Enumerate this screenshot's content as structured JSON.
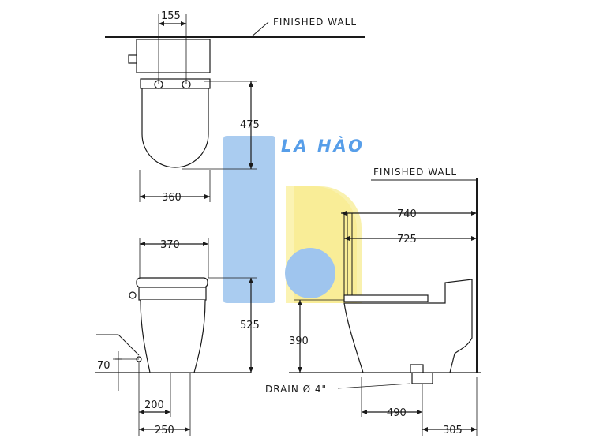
{
  "labels": {
    "finished_wall_top": "FINISHED  WALL",
    "finished_wall_right": "FINISHED  WALL",
    "drain": "DRAIN Ø 4\""
  },
  "dimensions": {
    "top_width": "155",
    "top_depth": "475",
    "top_tank_width": "360",
    "front_width": "370",
    "front_height": "525",
    "side_seat_height": "390",
    "supply_height": "70",
    "supply_offset_200": "200",
    "supply_offset_250": "250",
    "side_overall_740": "740",
    "side_length_725": "725",
    "drain_to_front_490": "490",
    "drain_to_wall_305": "305"
  },
  "watermark": {
    "text": "LA HÀO",
    "color_blue": "#3a8ee6",
    "color_yellow": "#f7e879"
  }
}
